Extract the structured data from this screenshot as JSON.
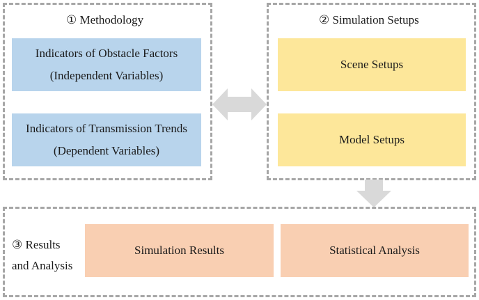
{
  "methodology": {
    "title": "① Methodology",
    "obstacle_line1": "Indicators of Obstacle Factors",
    "obstacle_line2": "(Independent Variables)",
    "transmission_line1": "Indicators of Transmission Trends",
    "transmission_line2": "(Dependent Variables)"
  },
  "simulation": {
    "title": "② Simulation Setups",
    "scene": "Scene Setups",
    "model": "Model Setups"
  },
  "results": {
    "title_line1": "③ Results",
    "title_line2": "and Analysis",
    "simulation_results": "Simulation Results",
    "statistical_analysis": "Statistical Analysis"
  },
  "colors": {
    "border": "#a6a6a6",
    "arrow": "#d9d9d9",
    "blue": "#b8d4ec",
    "yellow": "#fde79a",
    "peach": "#f9cfb2"
  }
}
